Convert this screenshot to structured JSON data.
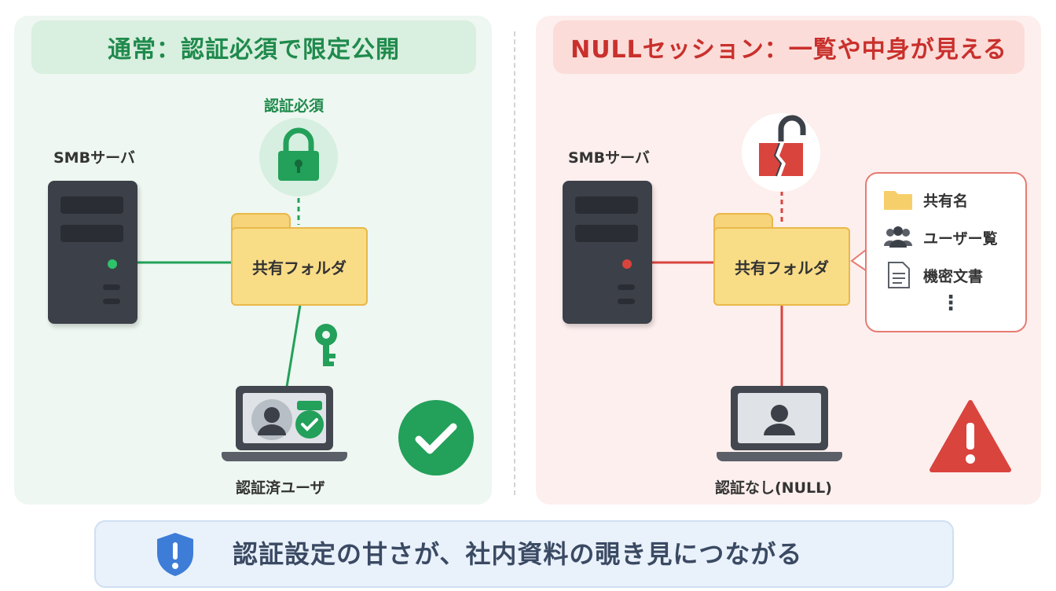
{
  "left_panel": {
    "title": "通常：認証必須で限定公開",
    "auth_required_label": "認証必須",
    "server_label": "SMBサーバ",
    "folder_label": "共有フォルダ",
    "user_label": "認証済ユーザ",
    "accent_color": "#1f8a4c"
  },
  "right_panel": {
    "title": "NULLセッション：一覧や中身が見える",
    "server_label": "SMBサーバ",
    "folder_label": "共有フォルダ",
    "user_label": "認証なし(NULL)",
    "exposed_items": [
      {
        "icon": "folder-icon",
        "label": "共有名"
      },
      {
        "icon": "users-icon",
        "label": "ユーザー覧"
      },
      {
        "icon": "document-icon",
        "label": "機密文書"
      }
    ],
    "more_indicator": "⋮",
    "accent_color": "#c9302c"
  },
  "footer": {
    "message": "認証設定の甘さが、社内資料の覗き見につながる",
    "icon": "shield-alert-icon"
  }
}
